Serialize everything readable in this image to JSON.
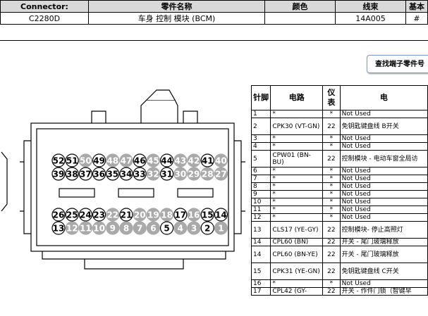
{
  "header": {
    "columns": [
      "Connector:",
      "零件名称",
      "颜色",
      "线束",
      "基本"
    ],
    "values": [
      "C2280D",
      "车身 控制 模块 (BCM)",
      "",
      "14A005",
      "#"
    ]
  },
  "find_button_label": "查找端子零件号",
  "connector": {
    "row_top_1": [
      "52",
      "51",
      "50",
      "49",
      "48",
      "47",
      "46",
      "45",
      "44",
      "43",
      "42",
      "41",
      "40"
    ],
    "row_top_2": [
      "39",
      "38",
      "37",
      "36",
      "35",
      "34",
      "33",
      "32",
      "31",
      "30",
      "29",
      "28",
      "27"
    ],
    "row_bot_1": [
      "26",
      "25",
      "24",
      "23",
      "22",
      "21",
      "20",
      "19",
      "18",
      "17",
      "16",
      "15",
      "14"
    ],
    "row_bot_2": [
      "13",
      "12",
      "11",
      "10",
      "9",
      "8",
      "7",
      "6",
      "5",
      "4",
      "3",
      "2",
      "1"
    ],
    "used_pins": [
      "52",
      "51",
      "49",
      "46",
      "44",
      "41",
      "39",
      "38",
      "37",
      "36",
      "35",
      "34",
      "33",
      "31",
      "26",
      "25",
      "24",
      "23",
      "21",
      "17",
      "15",
      "14",
      "13",
      "5",
      "2"
    ]
  },
  "pin_table": {
    "headers": [
      "针脚",
      "电路",
      "仪表",
      "电"
    ],
    "rows": [
      {
        "pin": "1",
        "circuit": "*",
        "harness": "*",
        "desc": "Not Used"
      },
      {
        "pin": "2",
        "circuit": "CPK30 (VT-GN)",
        "harness": "22",
        "desc": "免钥匙键盘线 B开关"
      },
      {
        "pin": "3",
        "circuit": "*",
        "harness": "*",
        "desc": "Not Used"
      },
      {
        "pin": "4",
        "circuit": "*",
        "harness": "*",
        "desc": "Not Used"
      },
      {
        "pin": "5",
        "circuit": "CPW01 (BN-BU)",
        "harness": "22",
        "desc": "控制模块 - 电动车窗全局访"
      },
      {
        "pin": "6",
        "circuit": "*",
        "harness": "*",
        "desc": "Not Used"
      },
      {
        "pin": "7",
        "circuit": "*",
        "harness": "*",
        "desc": "Not Used"
      },
      {
        "pin": "8",
        "circuit": "*",
        "harness": "*",
        "desc": "Not Used"
      },
      {
        "pin": "9",
        "circuit": "*",
        "harness": "*",
        "desc": "Not Used"
      },
      {
        "pin": "10",
        "circuit": "*",
        "harness": "*",
        "desc": "Not Used"
      },
      {
        "pin": "11",
        "circuit": "*",
        "harness": "*",
        "desc": "Not Used"
      },
      {
        "pin": "12",
        "circuit": "*",
        "harness": "*",
        "desc": "Not Used"
      },
      {
        "pin": "13",
        "circuit": "CLS17 (YE-GY)",
        "harness": "22",
        "desc": "控制模块- 停止高照灯"
      },
      {
        "pin": "14",
        "circuit": "CPL60 (BN)",
        "harness": "22",
        "desc": "开关 - 尾门玻璃释放"
      },
      {
        "pin": "14",
        "circuit": "CPL60 (BN-YE)",
        "harness": "22",
        "desc": "开关 - 尾门玻璃释放"
      },
      {
        "pin": "15",
        "circuit": "CPK31 (YE-GN)",
        "harness": "22",
        "desc": "免钥匙键盘线 C开关"
      },
      {
        "pin": "16",
        "circuit": "*",
        "harness": "*",
        "desc": "Not Used"
      },
      {
        "pin": "17",
        "circuit": "CPL42 (GY-",
        "harness": "22",
        "desc": "开关 - 作件门锁（智键早"
      }
    ]
  }
}
